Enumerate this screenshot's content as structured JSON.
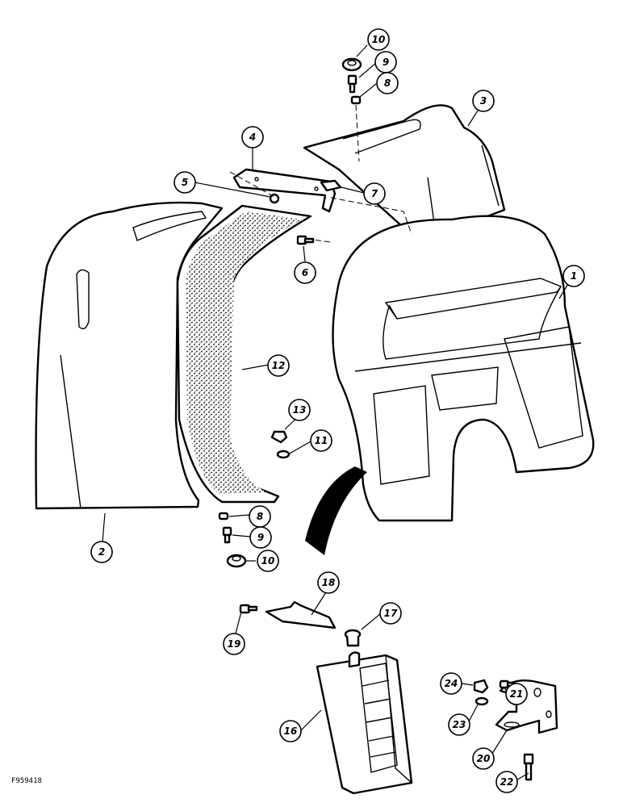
{
  "figure_ref": "F959418",
  "callouts": [
    {
      "id": "1",
      "label": "1"
    },
    {
      "id": "2",
      "label": "2"
    },
    {
      "id": "3",
      "label": "3"
    },
    {
      "id": "4",
      "label": "4"
    },
    {
      "id": "5",
      "label": "5"
    },
    {
      "id": "6",
      "label": "6"
    },
    {
      "id": "7",
      "label": "7"
    },
    {
      "id": "8a",
      "label": "8"
    },
    {
      "id": "8b",
      "label": "8"
    },
    {
      "id": "9a",
      "label": "9"
    },
    {
      "id": "9b",
      "label": "9"
    },
    {
      "id": "10a",
      "label": "10"
    },
    {
      "id": "10b",
      "label": "10"
    },
    {
      "id": "11",
      "label": "11"
    },
    {
      "id": "12",
      "label": "12"
    },
    {
      "id": "13",
      "label": "13"
    },
    {
      "id": "16",
      "label": "16"
    },
    {
      "id": "17",
      "label": "17"
    },
    {
      "id": "18",
      "label": "18"
    },
    {
      "id": "19",
      "label": "19"
    },
    {
      "id": "20",
      "label": "20"
    },
    {
      "id": "21",
      "label": "21"
    },
    {
      "id": "22",
      "label": "22"
    },
    {
      "id": "23",
      "label": "23"
    },
    {
      "id": "24",
      "label": "24"
    }
  ]
}
